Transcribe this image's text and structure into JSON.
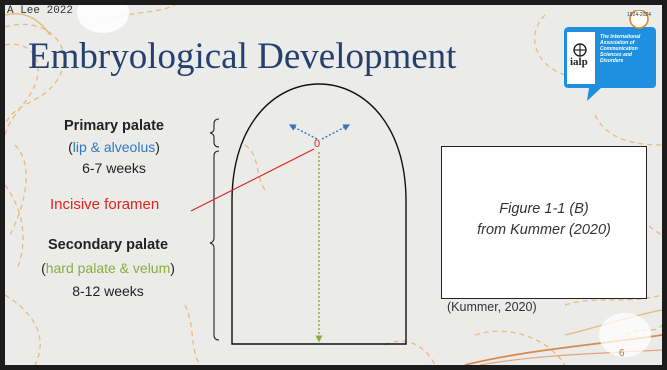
{
  "slide": {
    "author": "A Lee 2022",
    "title": "Embryological Development",
    "page_number": "6"
  },
  "left_labels": {
    "primary_heading": "Primary palate",
    "primary_sub_open": "(",
    "primary_sub": "lip & alveolus",
    "primary_sub_close": ")",
    "primary_weeks": "6-7 weeks",
    "incisive": "Incisive foramen",
    "secondary_heading": "Secondary palate",
    "secondary_sub_open": "(",
    "secondary_sub": "hard palate & velum",
    "secondary_sub_close": ")",
    "secondary_weeks": "8-12 weeks"
  },
  "diagram": {
    "foramen_marker": "0"
  },
  "figure": {
    "caption_line1": "Figure 1-1 (B)",
    "caption_line2": "from Kummer (2020)",
    "citation": "(Kummer, 2020)"
  },
  "logo": {
    "years": "1924-2024",
    "name": "The International Association of Communication Sciences and Disorders",
    "abbr": "ialp"
  },
  "colors": {
    "title": "#25406f",
    "blue_text": "#2f78c0",
    "green_text": "#8bad3a",
    "red_text": "#e2231a",
    "logo_blue": "#1f8fe0",
    "contour": "#e8b86d"
  }
}
